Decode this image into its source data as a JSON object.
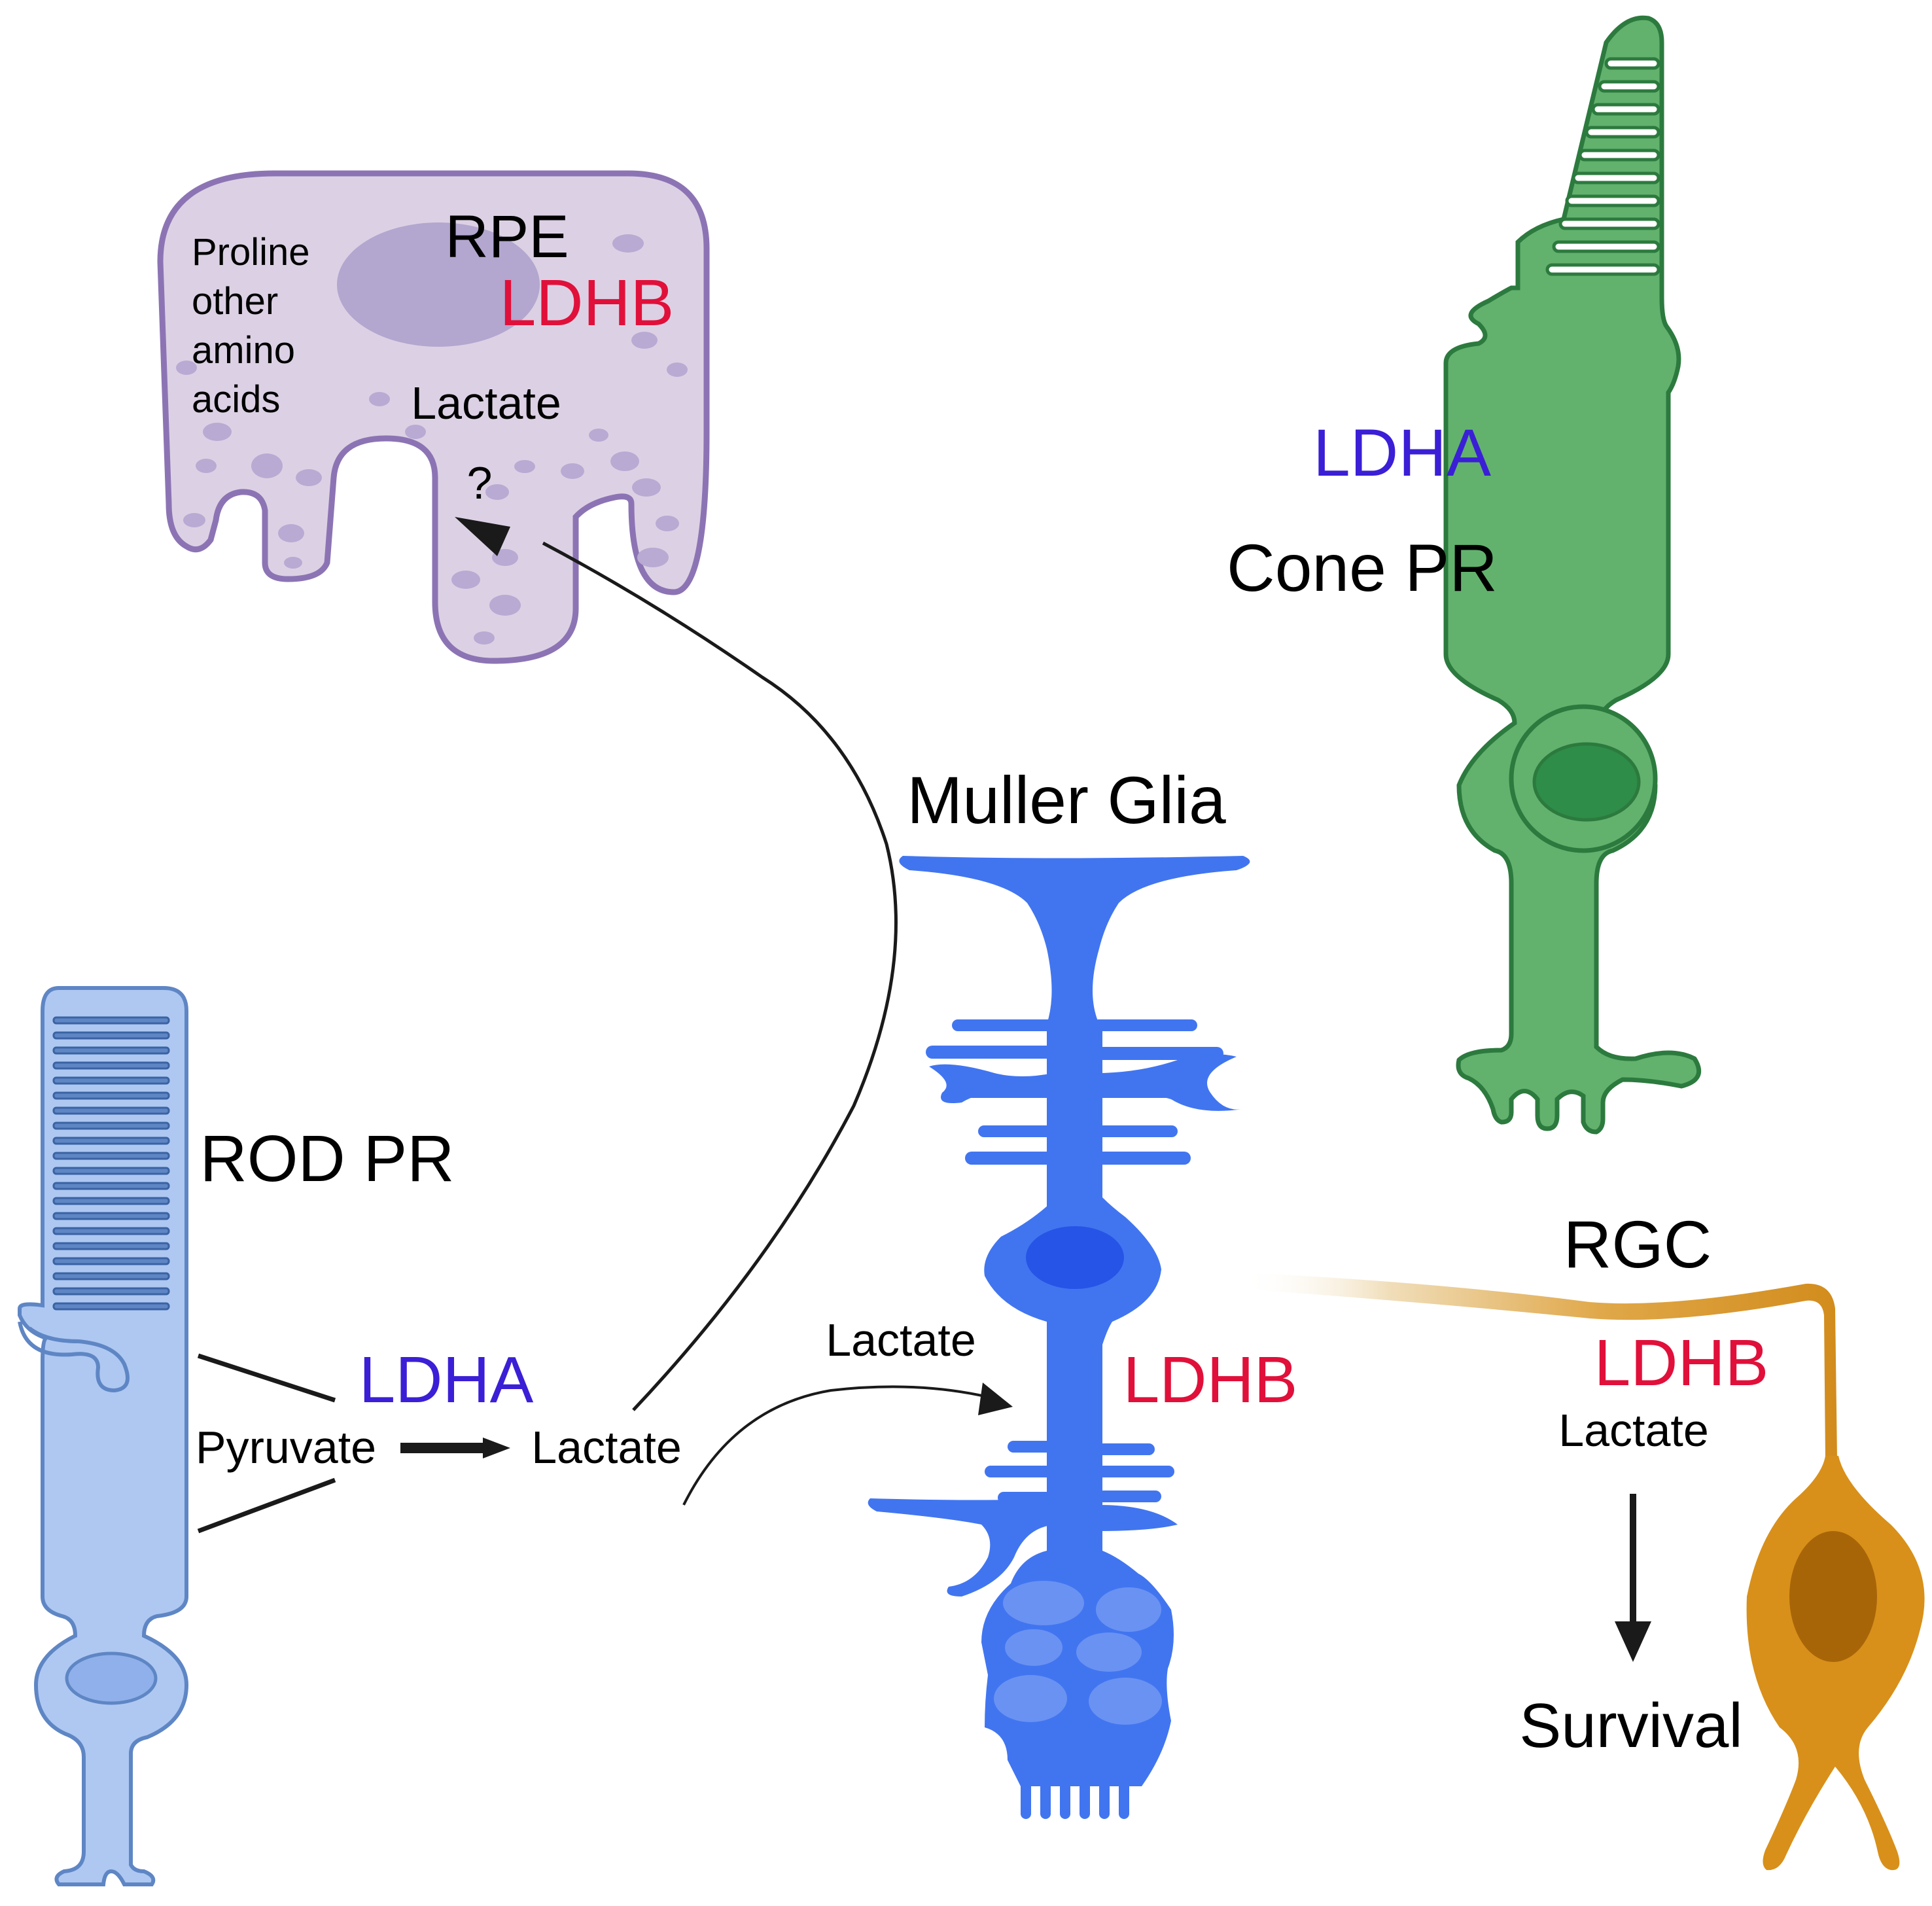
{
  "colors": {
    "ldha": "#3a1fd6",
    "ldhb": "#e0103a",
    "text": "#000000",
    "rpe_fill": "#dcd1e4",
    "rpe_stroke": "#8c74b4",
    "rod_fill": "#aec8f2",
    "rod_stroke": "#5f86c4",
    "cone_fill": "#62b26e",
    "cone_stroke": "#2c7a3e",
    "muller_fill": "#4175f0",
    "rgc_fill": "#d8901a"
  },
  "rpe": {
    "title": "RPE",
    "enzyme": "LDHB",
    "substrate_lines": [
      "Proline",
      "other",
      "amino",
      "acids"
    ],
    "metabolite": "Lactate",
    "question": "?"
  },
  "cone": {
    "enzyme": "LDHA",
    "label": "Cone PR"
  },
  "muller": {
    "label": "Muller Glia",
    "enzyme": "LDHB",
    "input_metabolite": "Lactate"
  },
  "rod": {
    "label": "ROD PR",
    "enzyme": "LDHA",
    "reaction_substrate": "Pyruvate",
    "reaction_product": "Lactate"
  },
  "rgc": {
    "label": "RGC",
    "enzyme": "LDHB",
    "metabolite": "Lactate",
    "outcome": "Survival"
  }
}
